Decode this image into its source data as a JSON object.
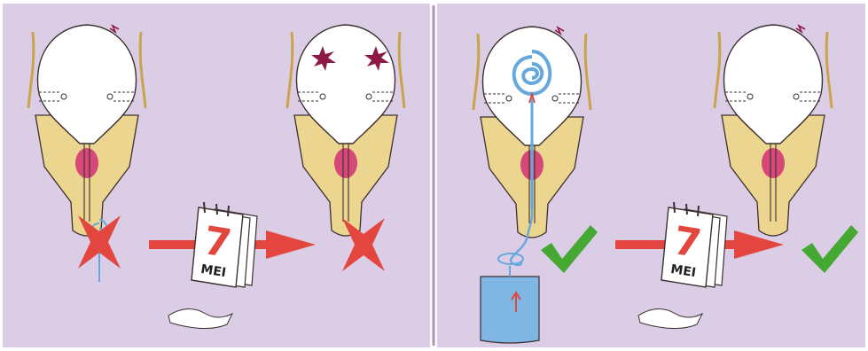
{
  "calendar": {
    "day": "7",
    "month": "MEI"
  },
  "colors": {
    "background": "#dccde6",
    "divider": "#a898b8",
    "bladder": "#ffffff",
    "prostate": "#ecd58e",
    "prostate_center": "#d64878",
    "outline": "#3c3030",
    "scar": "#8c1a44",
    "cross": "#e2463e",
    "arrow": "#e2463e",
    "check": "#45a832",
    "spiral": "#66a8de",
    "urine_bag": "#7fb6e4",
    "calendar_page": "#ffffff"
  },
  "panels": [
    {
      "id": "without-catheter",
      "steps": [
        {
          "icon": "bladder-diagram",
          "status": "initial"
        },
        {
          "icon": "cross-icon",
          "status": "wrong"
        },
        {
          "icon": "calendar-icon",
          "status": "after-7-days"
        },
        {
          "icon": "bladder-diagram",
          "status": "leaking-scars"
        },
        {
          "icon": "cross-icon",
          "status": "wrong"
        }
      ]
    },
    {
      "id": "with-catheter",
      "steps": [
        {
          "icon": "bladder-diagram",
          "status": "catheter-draining"
        },
        {
          "icon": "check-icon",
          "status": "correct"
        },
        {
          "icon": "calendar-icon",
          "status": "after-7-days"
        },
        {
          "icon": "bladder-diagram",
          "status": "healed"
        },
        {
          "icon": "check-icon",
          "status": "correct"
        }
      ]
    }
  ]
}
